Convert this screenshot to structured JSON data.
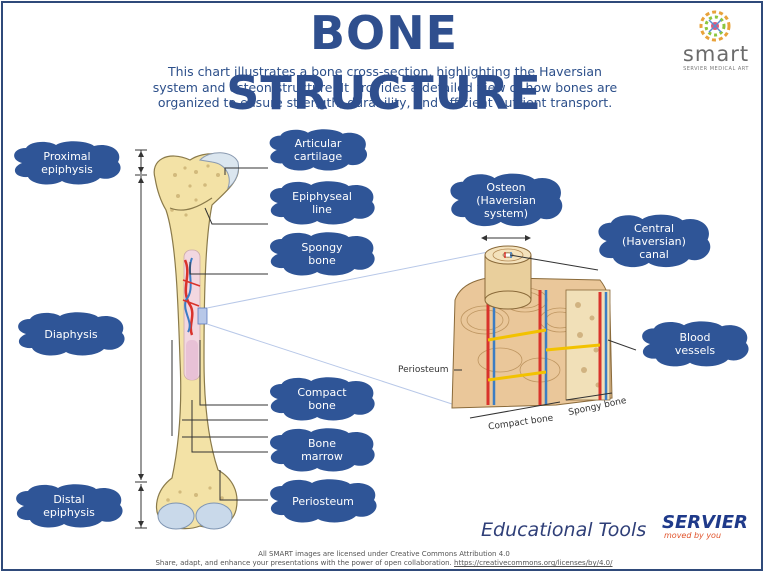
{
  "title_line1": "BONE",
  "title_line2": "STRUCTURE",
  "intro": "This chart illustrates a bone cross-section, highlighting the Haversian system and osteon structure. It provides a detailed view of how bones are organized to ensure strength, durability, and efficient nutrient transport.",
  "logo": {
    "word": "smart",
    "tagline": "SERVIER MEDICAL ART"
  },
  "labels": {
    "proximal": "Proximal epiphysis",
    "diaphysis": "Diaphysis",
    "distal": "Distal epiphysis",
    "articular": "Articular cartilage",
    "epiphyseal": "Epiphyseal line",
    "spongy": "Spongy bone",
    "compact": "Compact bone",
    "marrow": "Bone marrow",
    "periosteum": "Periosteum",
    "osteon": "Osteon (Haversian system)",
    "central": "Central (Haversian) canal",
    "vessels": "Blood vessels"
  },
  "inset_labels": {
    "periosteum": "Periosteum",
    "compact": "Compact bone",
    "spongy": "Spongy bone"
  },
  "branding": {
    "edu": "Educational Tools",
    "servier": "SERVIER",
    "tag": "moved by you"
  },
  "footer": {
    "line1": "All SMART images are licensed under Creative Commons Attribution 4.0",
    "line2": "Share, adapt, and enhance your presentations with the power of open collaboration.",
    "link": "https://creativecommons.org/licenses/by/4.0/"
  },
  "colors": {
    "title": "#2f4f8e",
    "cloud": "#2f5597",
    "bone": "#f5e6b0",
    "vessel_red": "#d9332b",
    "vessel_blue": "#3b7dc4"
  }
}
